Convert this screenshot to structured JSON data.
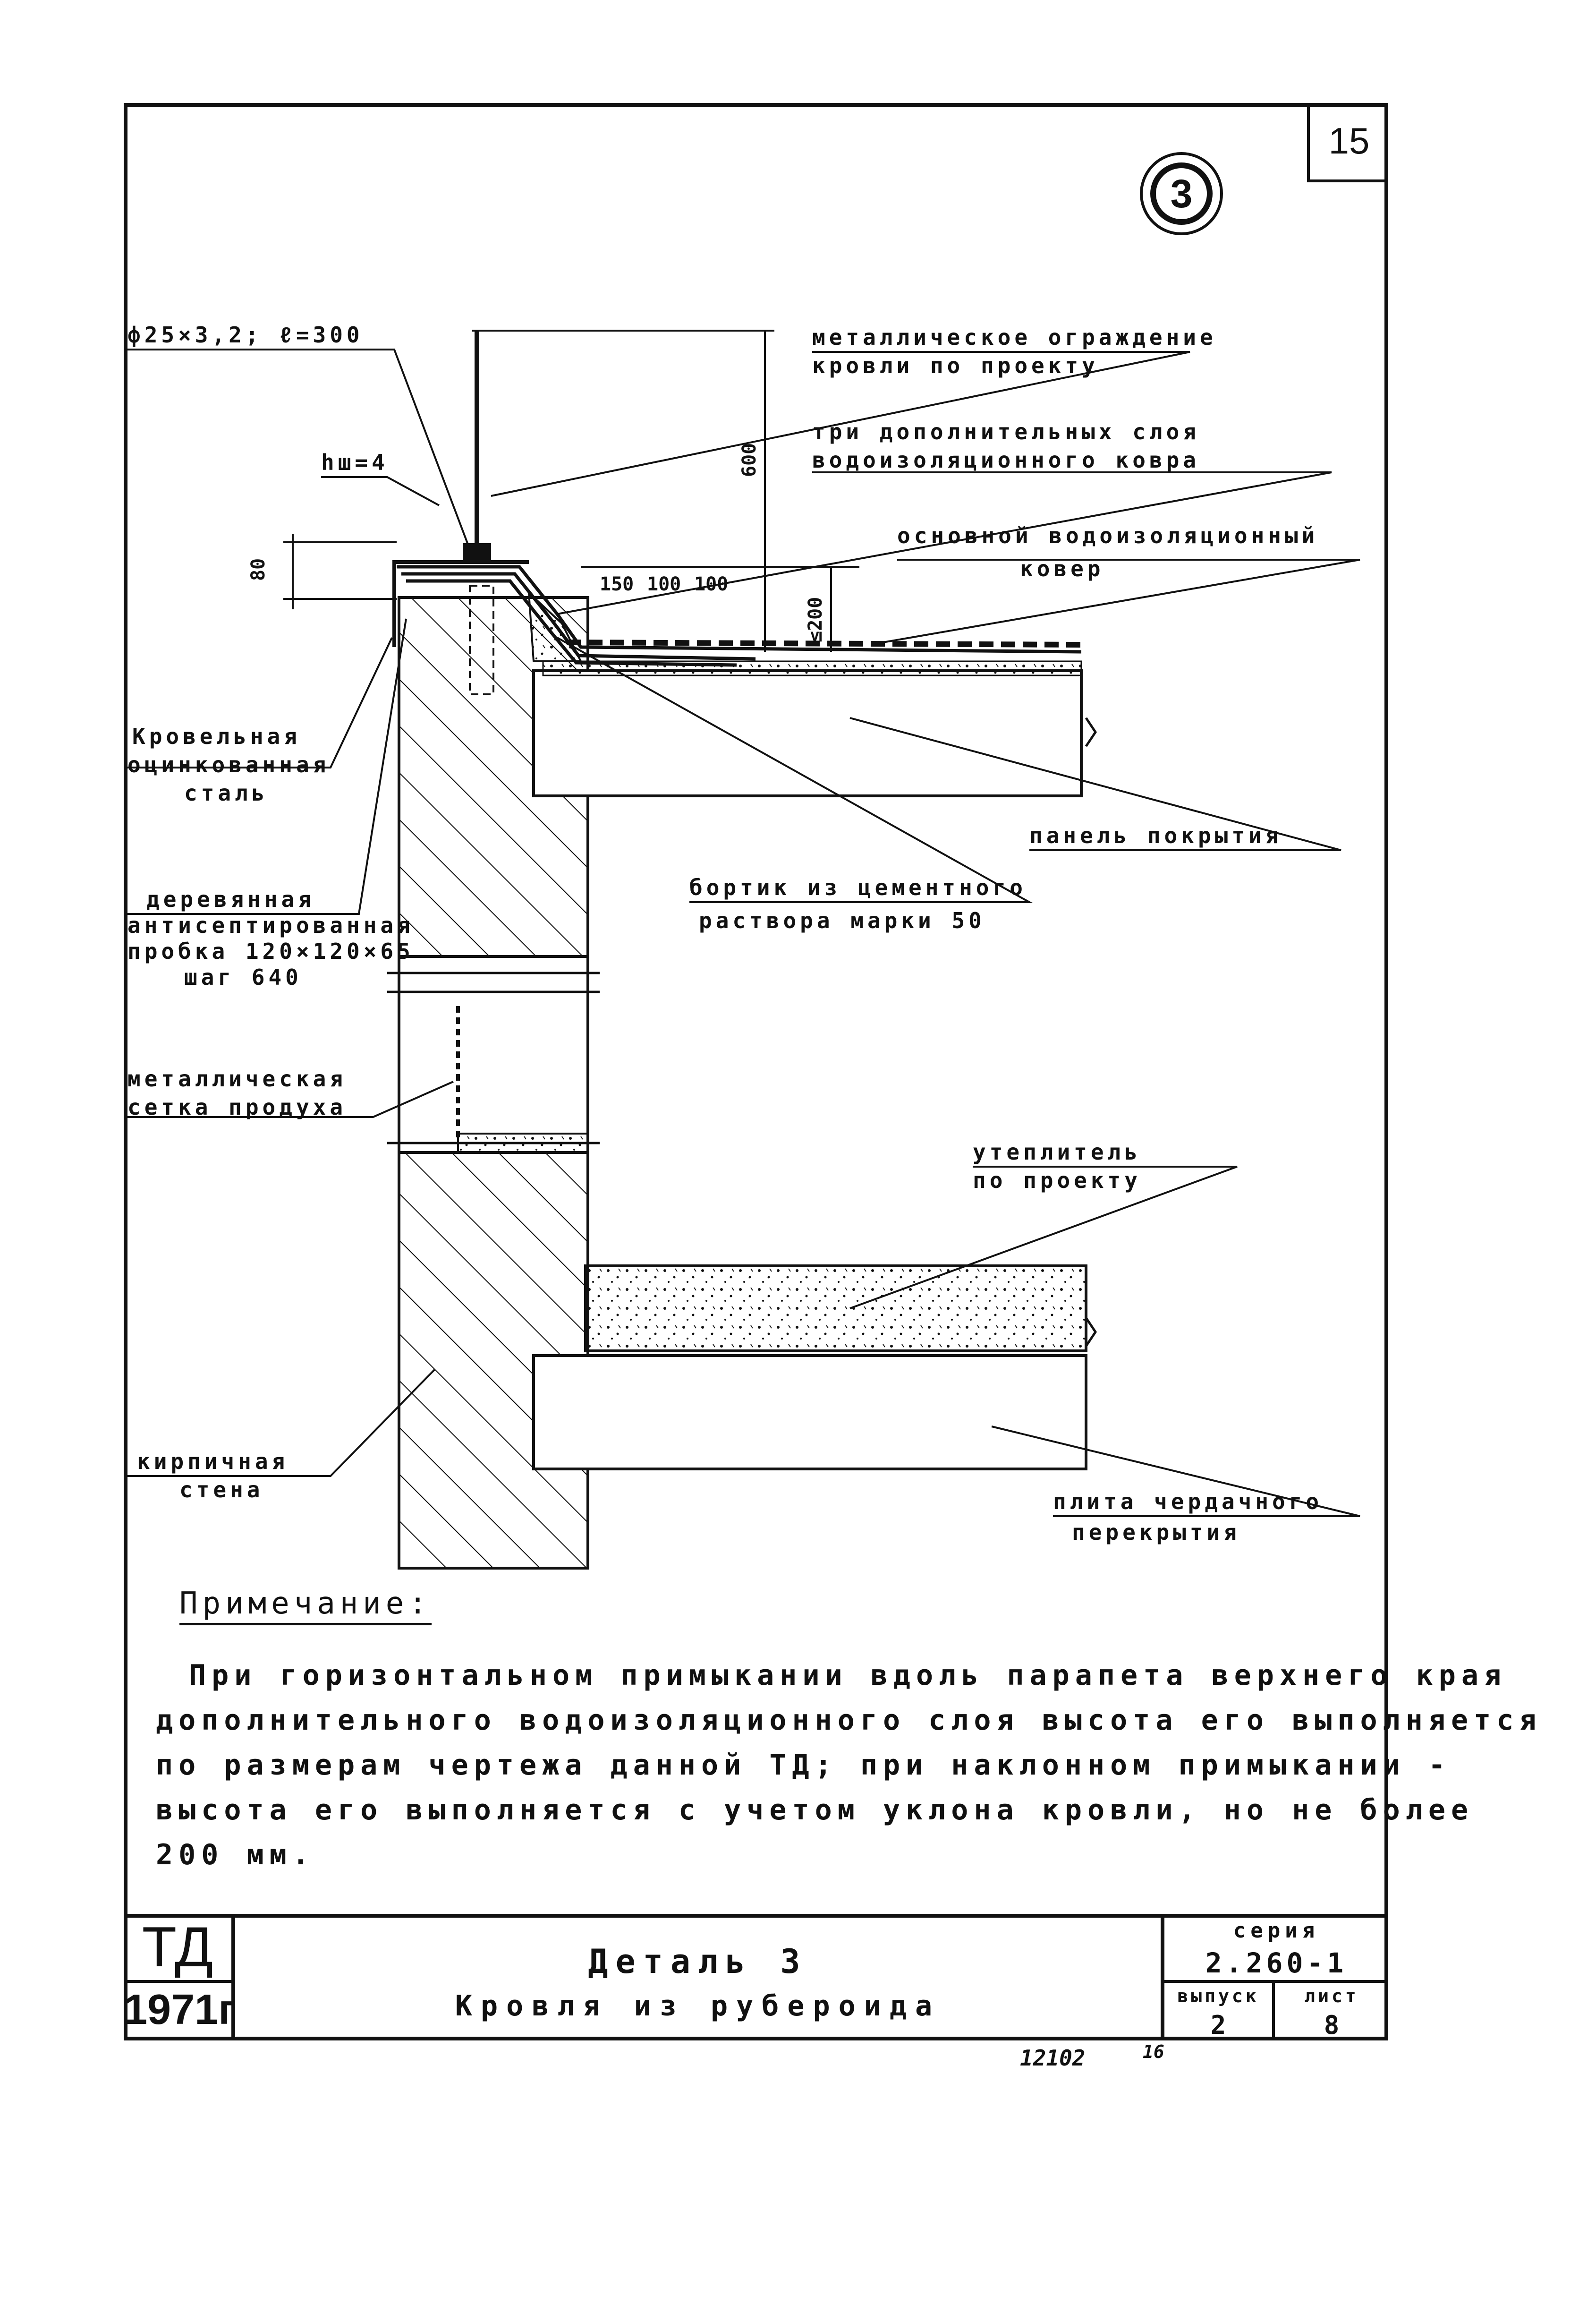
{
  "sheet": {
    "number": "15",
    "detail_mark": "3"
  },
  "labels": {
    "pipe": "ф25×3,2; ℓ=300",
    "hw": "hш=4",
    "dim80": "80",
    "dim600": "600",
    "dim150": "150",
    "dim100a": "100",
    "dim100b": "100",
    "dim200": "≤200",
    "railing_l1": "металлическое ограждение",
    "railing_l2": "кровли по проекту",
    "layers_l1": "три дополнительных  слоя",
    "layers_l2": "водоизоляционного ковра",
    "carpet_l1": "основной водоизоляционный",
    "carpet_l2": "ковер",
    "steel_l1": "Кровельная",
    "steel_l2": "оцинкованная",
    "steel_l3": "сталь",
    "panel": "панель покрытия",
    "curb_l1": "бортик из цементного",
    "curb_l2": "раствора марки 50",
    "plug_l1": "деревянная",
    "plug_l2": "антисептированная",
    "plug_l3": "пробка 120×120×65",
    "plug_l4": "шаг 640",
    "mesh_l1": "металлическая",
    "mesh_l2": "сетка продуха",
    "insul_l1": "утеплитель",
    "insul_l2": "по проекту",
    "wall_l1": "кирпичная",
    "wall_l2": "стена",
    "slab_l1": "плита чердачного",
    "slab_l2": "перекрытия"
  },
  "note": {
    "title": "Примечание:",
    "lines": [
      "При горизонтальном примыкании вдоль парапета верхнего края",
      "дополнительного водоизоляционного слоя высота его выполняется",
      "по размерам чертежа данной ТД; при наклонном примыкании -",
      "высота его выполняется с учетом уклона кровли, но не более",
      "200 мм."
    ]
  },
  "title_block": {
    "td": "ТД",
    "year": "1971г",
    "title1": "Деталь 3",
    "title2": "Кровля из рубероида",
    "series_label": "серия",
    "series_value": "2.260-1",
    "issue_label": "выпуск",
    "issue_value": "2",
    "sheet_label": "лист",
    "sheet_value": "8"
  },
  "footer": {
    "code": "12102",
    "num": "16"
  }
}
